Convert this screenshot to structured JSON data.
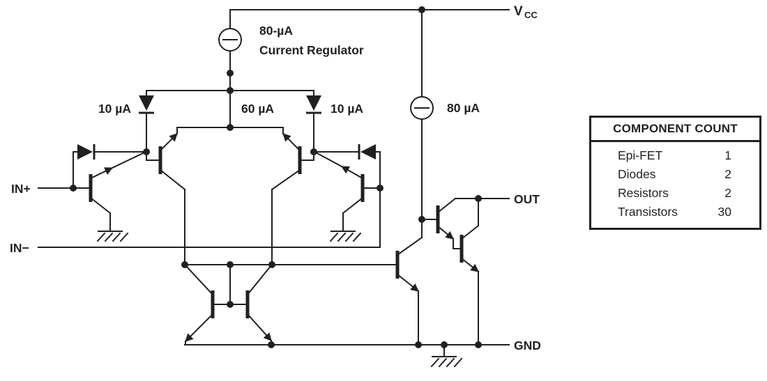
{
  "schematic": {
    "power": {
      "vcc_base": "V",
      "vcc_sub": "CC",
      "gnd": "GND"
    },
    "inputs": {
      "in_plus": "IN+",
      "in_minus": "IN−"
    },
    "output": {
      "out": "OUT"
    },
    "currents": {
      "regulator_value": "80-µA",
      "regulator_name": "Current Regulator",
      "left_diode": "10 µA",
      "center": "60 µA",
      "right_diode": "10 µA",
      "output_source": "80 µA"
    }
  },
  "component_count": {
    "title": "COMPONENT COUNT",
    "rows": [
      {
        "name": "Epi-FET",
        "count": "1"
      },
      {
        "name": "Diodes",
        "count": "2"
      },
      {
        "name": "Resistors",
        "count": "2"
      },
      {
        "name": "Transistors",
        "count": "30"
      }
    ]
  },
  "colors": {
    "line": "#231f20",
    "background": "#ffffff"
  }
}
